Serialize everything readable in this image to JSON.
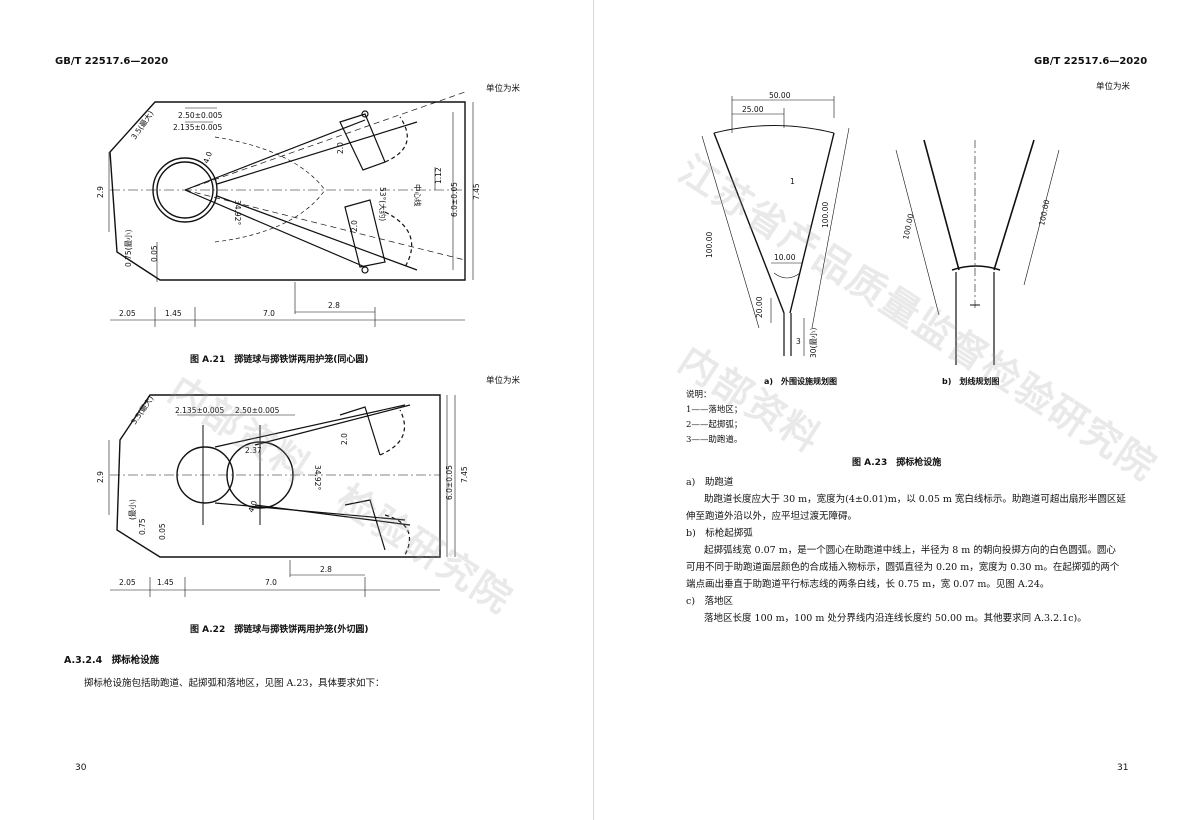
{
  "left_page": {
    "header": "GB/T 22517.6—2020",
    "unit_note_1": "单位为米",
    "unit_note_2": "单位为米",
    "fig_a21": {
      "caption": "图 A.21　掷链球与掷铁饼两用护笼(同心圆)",
      "dims": {
        "d250": "2.50±0.005",
        "d2135": "2.135±0.005",
        "d35": "3.5(最大)",
        "d29": "2.9",
        "d075": "0.75(最小)",
        "d005": "0.05",
        "d20a": "2.0",
        "d20b": "2.0",
        "d112": "1.12",
        "d60": "6.0±0.05",
        "d745": "7.45",
        "d53": "53°(大约)",
        "dcenter": "中心线",
        "d3492": "34.92°",
        "d28": "2.8",
        "d205": "2.05",
        "d145": "1.45",
        "d70": "7.0",
        "d40": "4.0"
      }
    },
    "fig_a22": {
      "caption": "图 A.22　掷链球与掷铁饼两用护笼(外切圆)",
      "dims": {
        "d2135": "2.135±0.005",
        "d250": "2.50±0.005",
        "d35": "3.5(最大)",
        "d29": "2.9",
        "d075": "0.75",
        "dmin": "(最小)",
        "d005": "0.05",
        "d237": "2.37",
        "d20": "2.0",
        "d3492": "34.92°",
        "d60": "6.0±0.05",
        "d745": "7.45",
        "d28": "2.8",
        "d205": "2.05",
        "d145": "1.45",
        "d70": "7.0",
        "d40": "4.0"
      }
    },
    "section_heading": "A.3.2.4　掷标枪设施",
    "section_text": "掷标枪设施包括助跑道、起掷弧和落地区，见图 A.23，具体要求如下：",
    "page_number": "30"
  },
  "right_page": {
    "header": "GB/T 22517.6—2020",
    "unit_note": "单位为米",
    "fig_a23": {
      "dims": {
        "d5000": "50.00",
        "d2500": "25.00",
        "d10000a": "100.00",
        "d10000b": "100.00",
        "d10000c": "100.00",
        "d10000d": "100.00",
        "d1000": "10.00",
        "d2000": "20.00",
        "d30": "30(最小)",
        "n1": "1",
        "n3": "3"
      },
      "sub_a": "a)　外围设施规划图",
      "sub_b": "b)　划线规划图",
      "legend_title": "说明：",
      "legend": [
        "1——落地区；",
        "2——起掷弧；",
        "3——助跑道。"
      ],
      "caption": "图 A.23　掷标枪设施"
    },
    "items": [
      {
        "label": "a)　助跑道",
        "lines": [
          "助跑道长度应大于 30 m，宽度为(4±0.01)m，以 0.05 m 宽白线标示。助跑道可超出扇形半圆区延",
          "伸至跑道外沿以外，应平坦过渡无障碍。"
        ]
      },
      {
        "label": "b)　标枪起掷弧",
        "lines": [
          "起掷弧线宽 0.07 m，是一个圆心在助跑道中线上，半径为 8 m 的朝向投掷方向的白色圆弧。圆心",
          "可用不同于助跑道面层颜色的合成插入物标示，圆弧直径为 0.20 m，宽度为 0.30 m。在起掷弧的两个",
          "端点画出垂直于助跑道平行标志线的两条白线，长 0.75 m，宽 0.07 m。见图 A.24。"
        ]
      },
      {
        "label": "c)　落地区",
        "lines": [
          "落地区长度 100 m，100 m 处分界线内沿连线长度约 50.00 m。其他要求同 A.3.2.1c)。"
        ]
      }
    ],
    "page_number": "31"
  },
  "watermark": {
    "left_text": "内部资料　检验研究院",
    "right_text": "江苏省产品质量监督检验研究院",
    "right_text_2": "内部资料"
  }
}
